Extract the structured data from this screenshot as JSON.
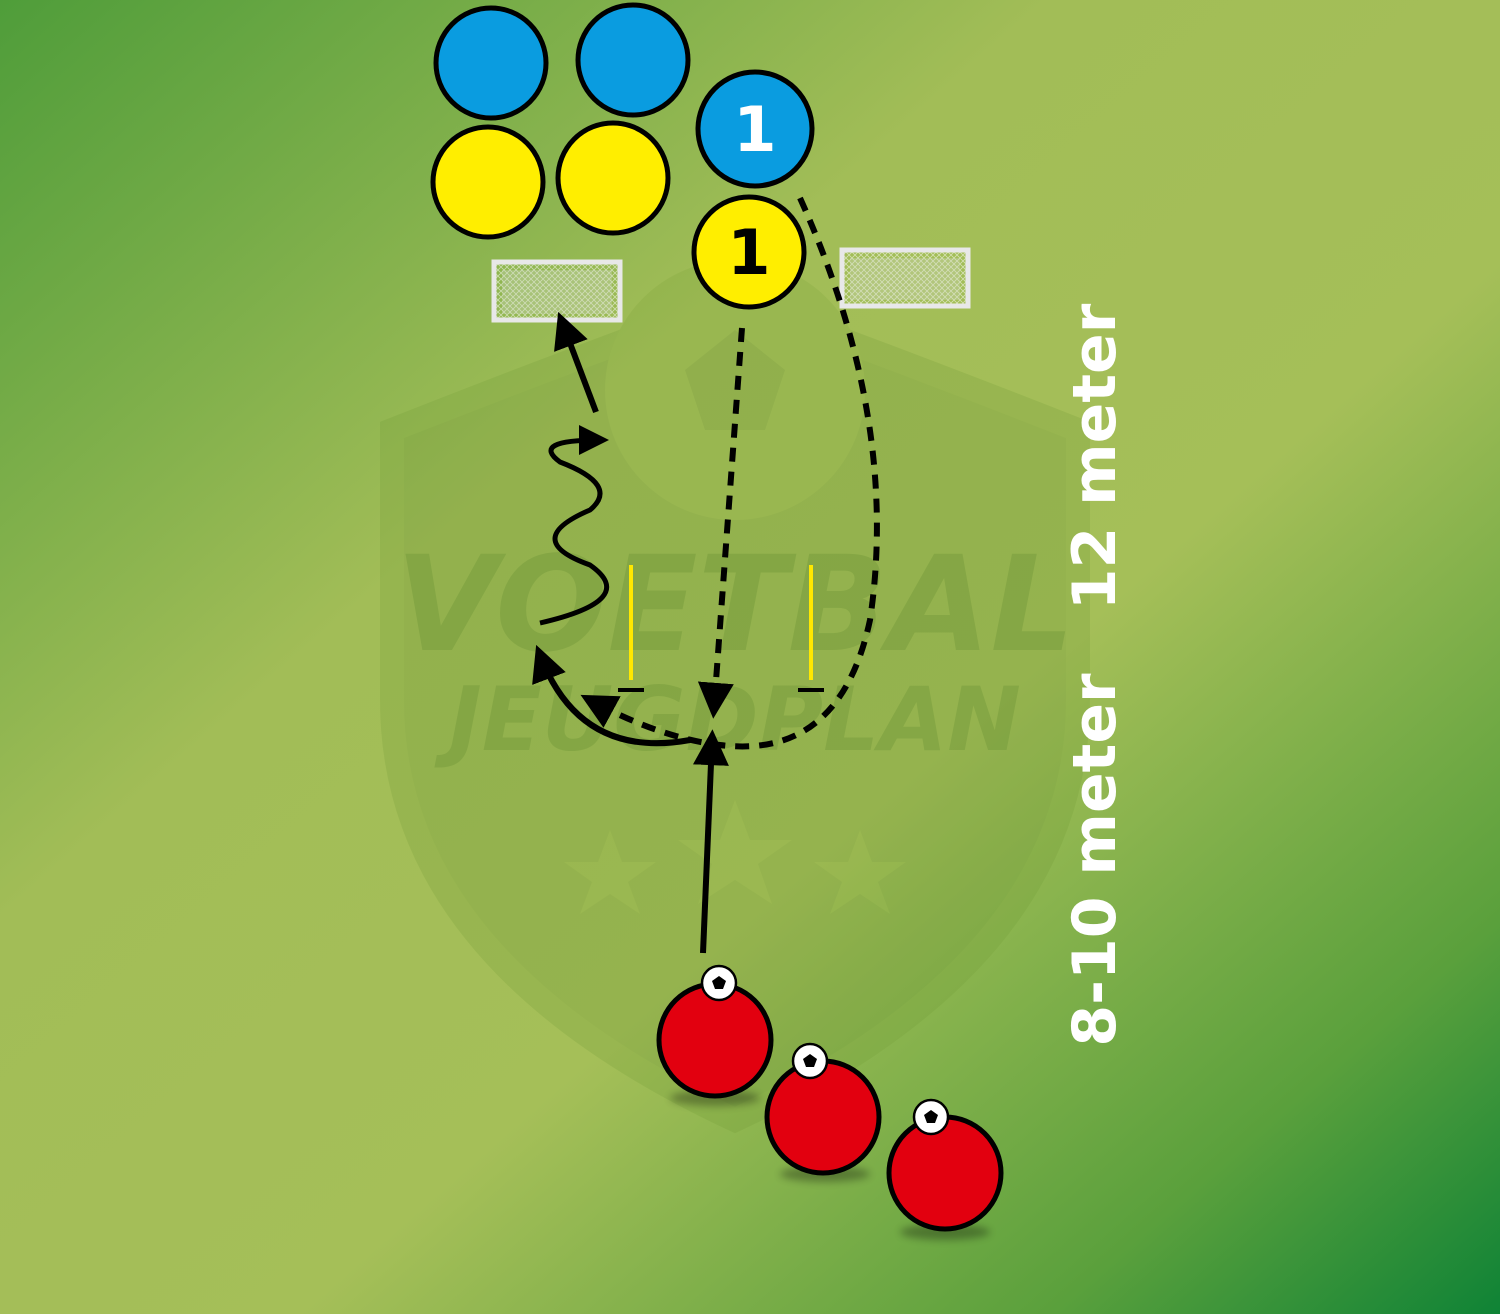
{
  "watermark": {
    "line1": "VOETBAL",
    "line2": "JEUGDPLAN"
  },
  "players": {
    "blue_number": "1",
    "yellow_number": "1"
  },
  "distances": {
    "label_12": "12 meter",
    "label_8_10": "8-10 meter"
  },
  "colors": {
    "pitch_dark": "#1f8a3a",
    "pitch_light": "#a5bf58",
    "blue": "#0a9ce0",
    "yellow": "#ffee00",
    "red": "#e2000f",
    "cone_pole": "#ffe800",
    "line": "#000000",
    "label": "#ffffff"
  }
}
